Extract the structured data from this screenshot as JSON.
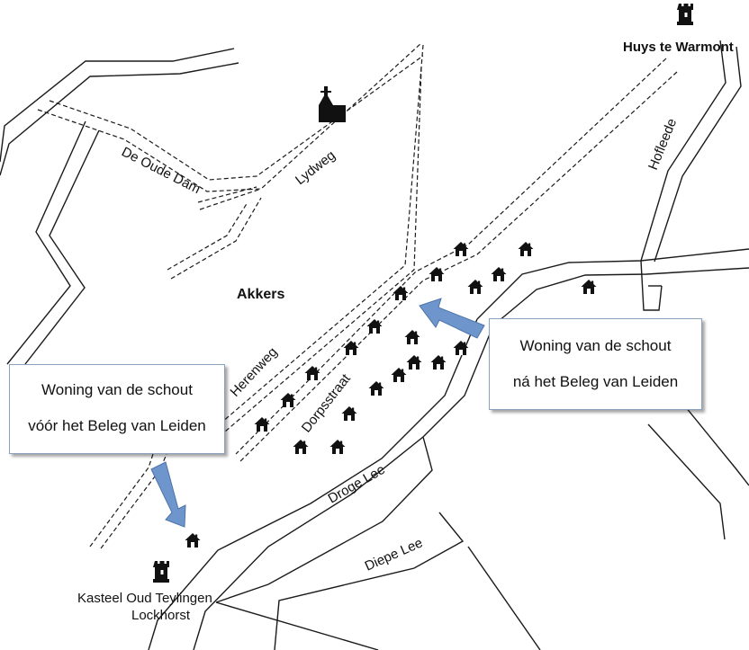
{
  "labels": {
    "huys_te_warmont": "Huys te Warmont",
    "hofleede": "Hofleede",
    "de_oude_dam": "De Oude Dam",
    "lydweg": "Lydweg",
    "akkers": "Akkers",
    "herenweg": "Herenweg",
    "dorpsstraat": "Dorpsstraat",
    "droge_lee": "Droge Lee",
    "diepe_lee": "Diepe Lee",
    "kasteel_line1": "Kasteel Oud Teylingen",
    "kasteel_line2": "Lockhorst"
  },
  "callouts": {
    "before": {
      "line1": "Woning van de schout",
      "line2": "vóór het Beleg van Leiden"
    },
    "after": {
      "line1": "Woning van de schout",
      "line2": "ná het Beleg van Leiden"
    }
  },
  "icons": {
    "church": "church-icon",
    "tower": "castle-tower-icon",
    "house": "house-icon"
  },
  "colors": {
    "arrow": "#6f96cc",
    "arrow_stroke": "#4d74a8",
    "callout_border": "#8aa1bd"
  }
}
